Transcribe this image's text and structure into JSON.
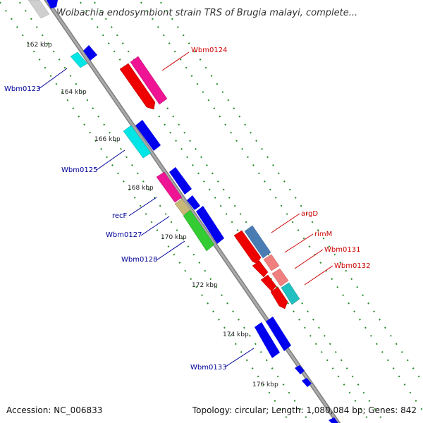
{
  "title": "Wolbachia endosymbiont strain TRS of Brugia malayi, complete...",
  "footer": {
    "accession": "Accession: NC_006833",
    "summary": "Topology: circular; Length: 1,080,084 bp; Genes: 842"
  },
  "kbp_labels": [
    "162 kbp",
    "164 kbp",
    "166 kbp",
    "168 kbp",
    "170 kbp",
    "172 kbp",
    "174 kbp",
    "176 kbp"
  ],
  "gene_labels": {
    "wbm0124": "Wbm0124",
    "wbm0123": "Wbm0123",
    "wbm0125": "Wbm0125",
    "recF": "recF",
    "wbm0127": "Wbm0127",
    "wbm0128": "Wbm0128",
    "argD": "argD",
    "rimM": "rimM",
    "wbm0131": "Wbm0131",
    "wbm0132": "Wbm0132",
    "wbm0133": "Wbm0133"
  },
  "colors": {
    "backbone": "#999999",
    "forward_label": "#cc0000",
    "reverse_label": "#000099",
    "tick": "#228b22",
    "blue": "#0000ee",
    "cyan": "#00e5e5",
    "red": "#ee0000",
    "magenta": "#ee1493",
    "khaki": "#c8b878",
    "green": "#33cc33",
    "steel": "#4a7cb4",
    "salmon": "#f08080",
    "teal": "#20c0c0"
  }
}
